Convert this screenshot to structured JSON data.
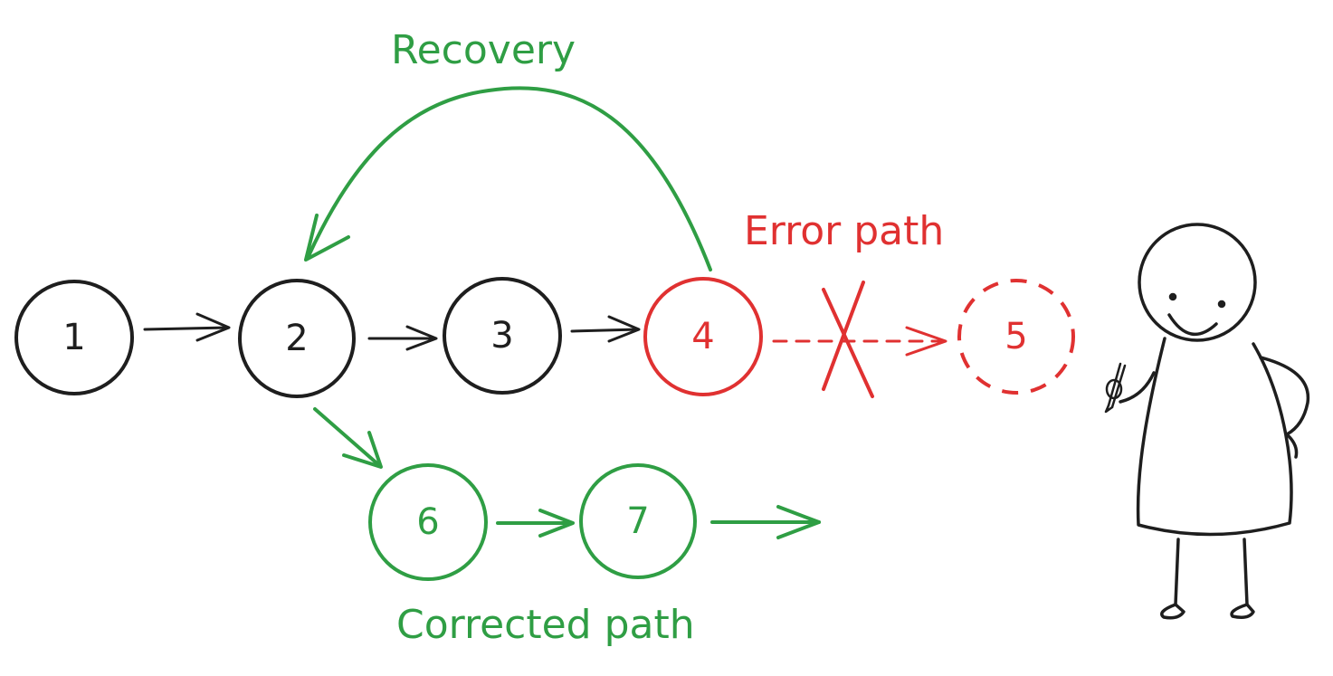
{
  "colors": {
    "ink": "#1e1e1e",
    "error": "#e03131",
    "recovery": "#2f9e44",
    "background": "#ffffff"
  },
  "labels": {
    "recovery": "Recovery",
    "error_path": "Error path",
    "corrected_path": "Corrected path"
  },
  "nodes": [
    {
      "id": "node-1",
      "label": "1",
      "state": "normal"
    },
    {
      "id": "node-2",
      "label": "2",
      "state": "normal"
    },
    {
      "id": "node-3",
      "label": "3",
      "state": "normal"
    },
    {
      "id": "node-4",
      "label": "4",
      "state": "error"
    },
    {
      "id": "node-5",
      "label": "5",
      "state": "blocked"
    },
    {
      "id": "node-6",
      "label": "6",
      "state": "corrected"
    },
    {
      "id": "node-7",
      "label": "7",
      "state": "corrected"
    }
  ],
  "edges": [
    {
      "from": "1",
      "to": "2",
      "kind": "normal"
    },
    {
      "from": "2",
      "to": "3",
      "kind": "normal"
    },
    {
      "from": "3",
      "to": "4",
      "kind": "normal"
    },
    {
      "from": "4",
      "to": "5",
      "kind": "blocked"
    },
    {
      "from": "4",
      "to": "2",
      "kind": "recovery"
    },
    {
      "from": "2",
      "to": "6",
      "kind": "corrected"
    },
    {
      "from": "6",
      "to": "7",
      "kind": "corrected"
    },
    {
      "from": "7",
      "to": "",
      "kind": "corrected-continue"
    }
  ],
  "icons": [
    "blocked-cross-icon",
    "stick-figure-icon",
    "pen-icon"
  ]
}
